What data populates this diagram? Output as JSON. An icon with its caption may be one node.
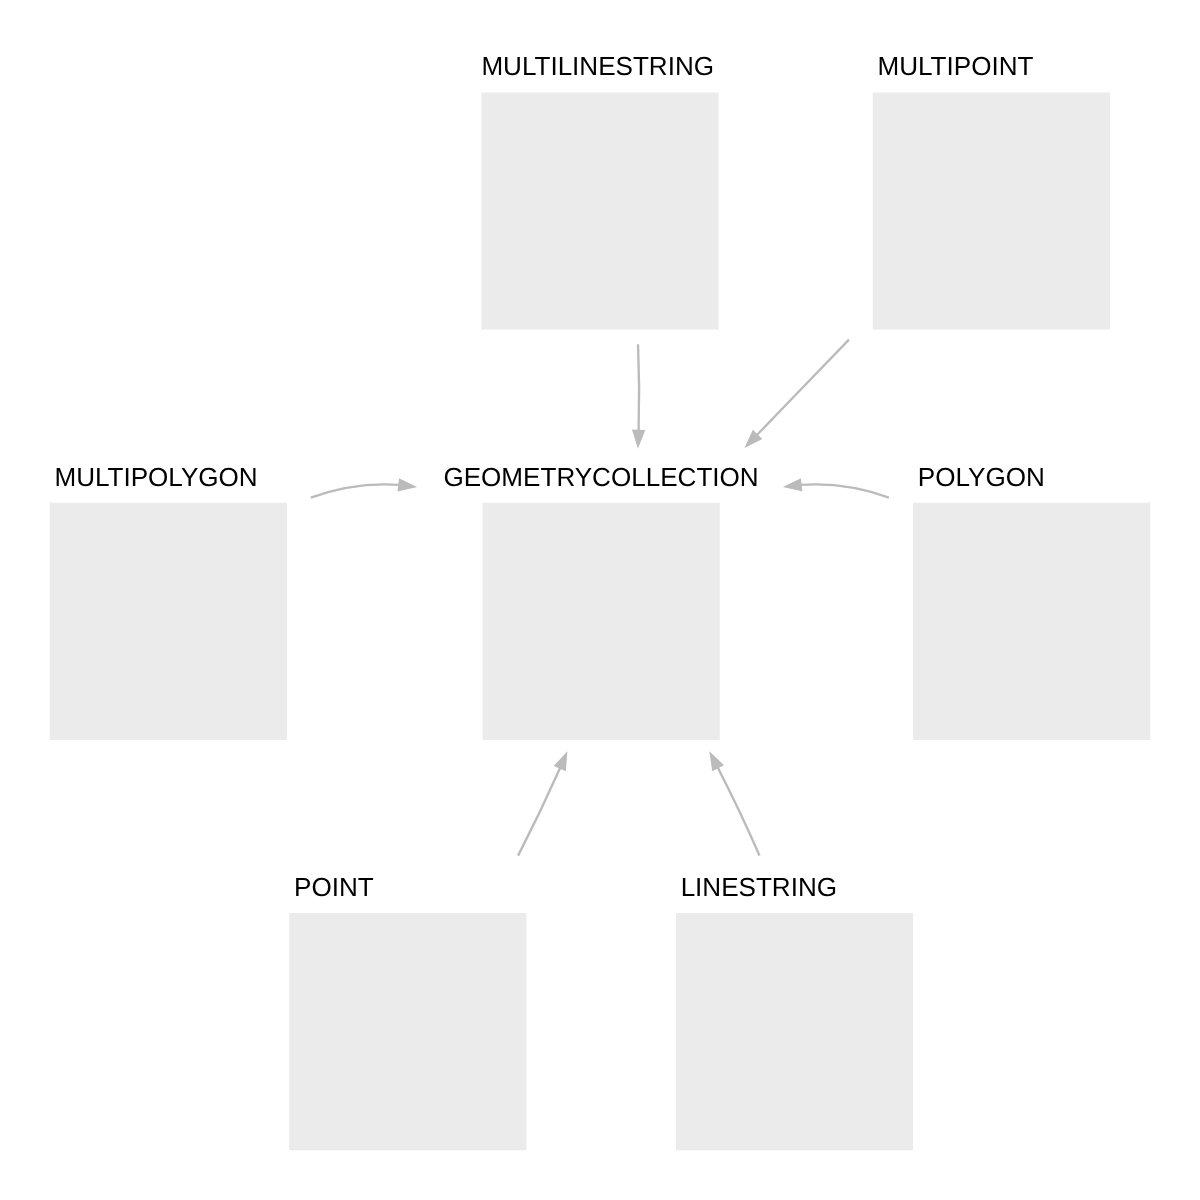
{
  "diagram": {
    "nodes": [
      {
        "text": [
          "MULTILINESTRING"
        ]
      },
      {
        "text": [
          "MULTIPOINT"
        ]
      },
      {
        "text": [
          "MULTIPOLYGON"
        ]
      },
      {
        "text": [
          "GEOMETRYCOLLECTION"
        ]
      },
      {
        "text": [
          "POLYGON"
        ]
      },
      {
        "text": [
          "POINT"
        ]
      },
      {
        "text": [
          "LINESTRING"
        ]
      }
    ],
    "edges": [
      {
        "from": 0,
        "to": 3,
        "arrow": "to"
      },
      {
        "from": 1,
        "to": 3,
        "arrow": "to"
      },
      {
        "from": 2,
        "to": 3,
        "arrow": "to"
      },
      {
        "from": 4,
        "to": 3,
        "arrow": "to"
      },
      {
        "from": 5,
        "to": 3,
        "arrow": "to"
      },
      {
        "from": 6,
        "to": 3,
        "arrow": "to"
      }
    ]
  }
}
